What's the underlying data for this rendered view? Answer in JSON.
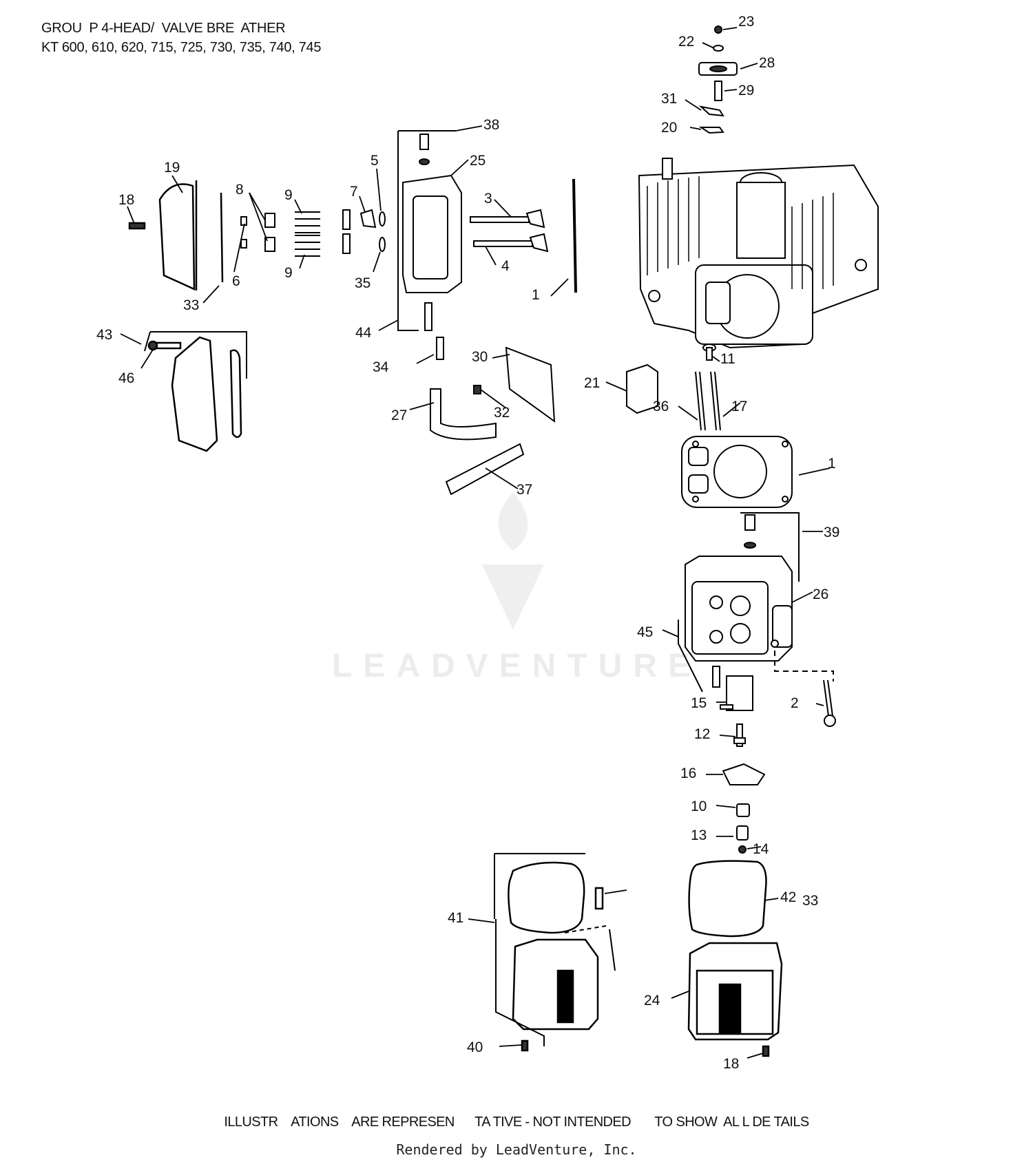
{
  "header": {
    "line1": "GROU  P 4-HEAD/  VALVE BRE  ATHER",
    "line2": "KT 600, 610, 620, 715, 725, 730, 735, 740, 745"
  },
  "footer": {
    "disclaimer": "ILLUSTR    ATIONS    ARE REPRESEN      TA TIVE - NOT INTENDED       TO SHOW  AL L DE TAILS",
    "rendered_by": "Rendered by LeadVenture, Inc."
  },
  "watermark": {
    "text": "LEADVENTURE",
    "color": "#ececec"
  },
  "callouts": [
    "23",
    "22",
    "28",
    "29",
    "31",
    "20",
    "38",
    "25",
    "5",
    "7",
    "3",
    "19",
    "18",
    "8",
    "9",
    "9",
    "6",
    "4",
    "35",
    "33",
    "1",
    "43",
    "46",
    "44",
    "34",
    "30",
    "11",
    "21",
    "36",
    "17",
    "32",
    "27",
    "37",
    "1",
    "39",
    "26",
    "45",
    "15",
    "2",
    "12",
    "16",
    "10",
    "13",
    "14",
    "42",
    "41",
    "33",
    "24",
    "40",
    "18"
  ]
}
